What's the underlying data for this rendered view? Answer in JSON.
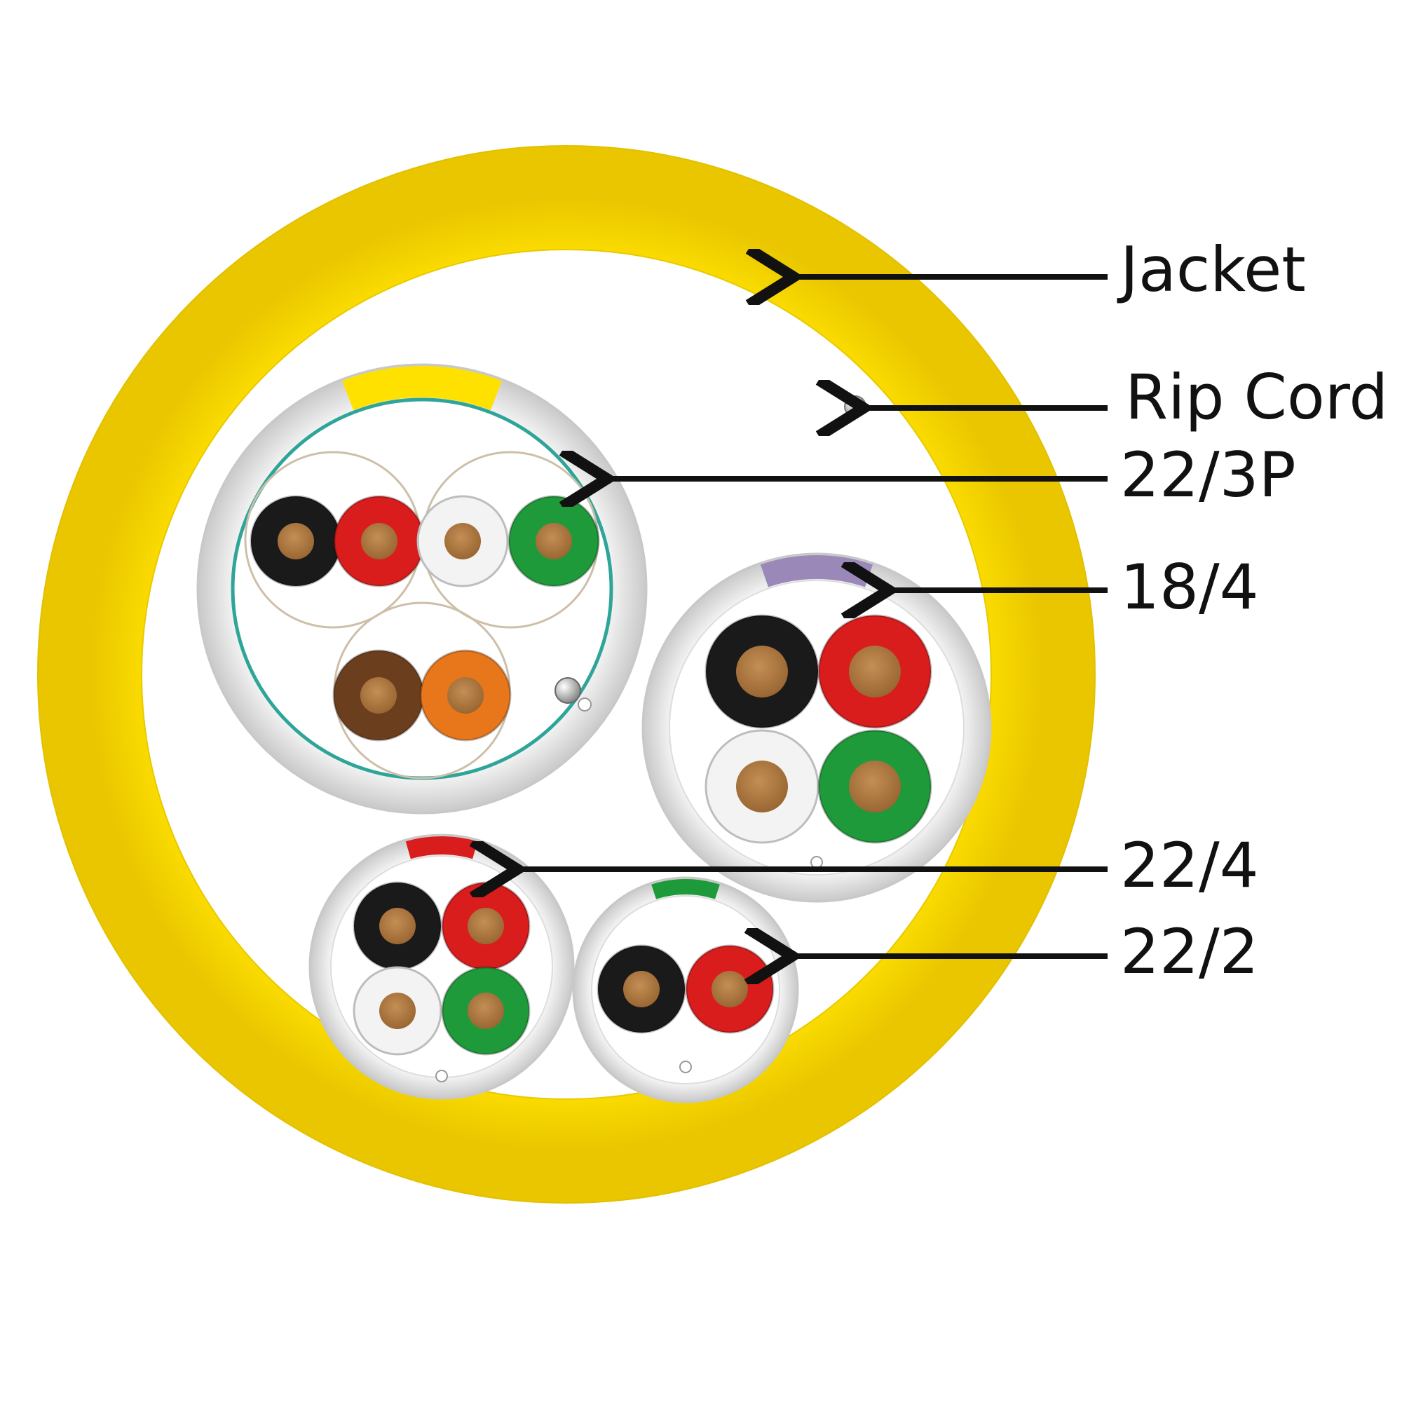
{
  "labels": {
    "jacket": "Jacket",
    "rip_cord": "Rip Cord",
    "cable_22_3p": "22/3P",
    "cable_18_4": "18/4",
    "cable_22_4": "22/4",
    "cable_22_2": "22/2"
  },
  "colors": {
    "jacket": "#FFE100",
    "jacket_edge": "#E2C000",
    "white_jacket": "#F2F2F2",
    "shield": "#2FA59A",
    "copper": "#B07A40",
    "stripe_22_3p": "#FFE100",
    "stripe_18_4": "#9A88B8",
    "stripe_22_4": "#D91C1C",
    "stripe_22_2": "#1F9A3A",
    "black": "#1A1A1A",
    "red": "#D91C1C",
    "white": "#F3F3F3",
    "green": "#1F9A3A",
    "brown": "#6B3F1E",
    "orange": "#E8761A"
  },
  "conductors": {
    "cable_22_3p": [
      "black",
      "red",
      "white",
      "green",
      "brown",
      "orange"
    ],
    "cable_18_4": [
      "black",
      "red",
      "white",
      "green"
    ],
    "cable_22_4": [
      "black",
      "red",
      "white",
      "green"
    ],
    "cable_22_2": [
      "black",
      "red"
    ]
  }
}
